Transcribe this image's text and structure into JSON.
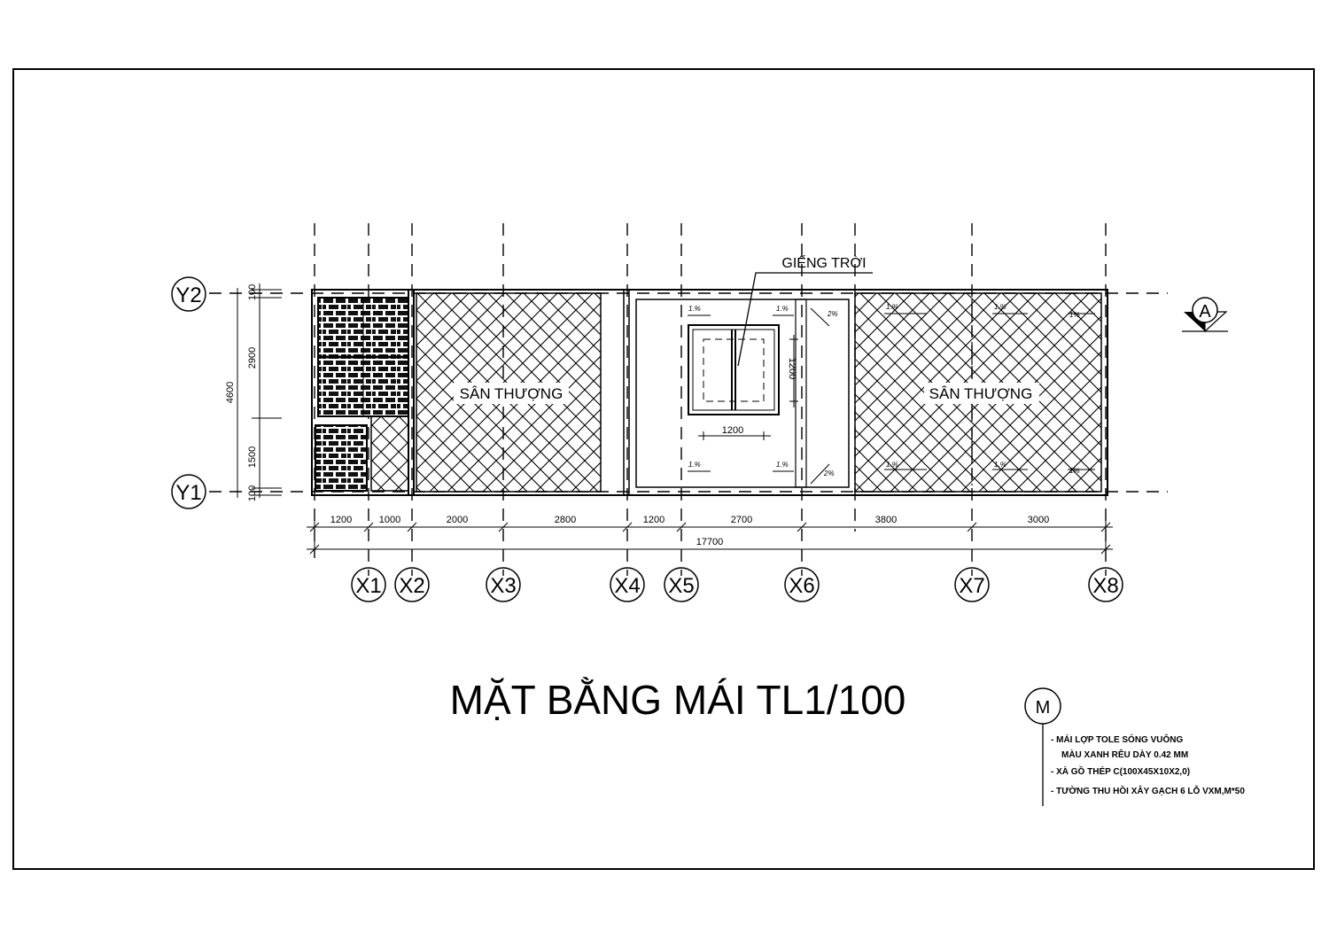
{
  "title": "MẶT BẰNG MÁI TL1/100",
  "rooms": {
    "left": "SÂN THƯỢNG",
    "right": "SÂN THƯỢNG"
  },
  "skylight_label": "GIẾNG TRỜI",
  "grid_x": [
    "X1",
    "X2",
    "X3",
    "X4",
    "X5",
    "X6",
    "X7",
    "X8"
  ],
  "grid_y": [
    "Y2",
    "Y1"
  ],
  "section_marker": "A",
  "dims_x": [
    "1200",
    "1000",
    "2000",
    "2800",
    "1200",
    "2700",
    "3800",
    "3000"
  ],
  "dim_total_x": "17700",
  "dims_y": [
    "100",
    "2900",
    "1500",
    "100"
  ],
  "dim_total_y": "4600",
  "skylight_dims": {
    "width": "1200",
    "height": "1200"
  },
  "slopes": {
    "s1": "1.%",
    "s2": "1.%",
    "s3": "1.%",
    "s4": "1.%",
    "s5": "2%",
    "s6": "2%",
    "s7": "1.%",
    "s8": "1.%",
    "s9": "1%",
    "s10": "1.%",
    "s11": "1.%",
    "s12": "1%"
  },
  "legend": {
    "marker": "M",
    "lines": [
      "-  MÁI LỢP TOLE SÓNG VUÔNG",
      "MÀU XANH RÊU DÀY 0.42 MM",
      "- XÀ GỒ THÉP C(100X45X10X2,0)",
      "- TƯỜNG THU HỒI XÂY GẠCH 6 LỖ VXM,M*50"
    ]
  }
}
